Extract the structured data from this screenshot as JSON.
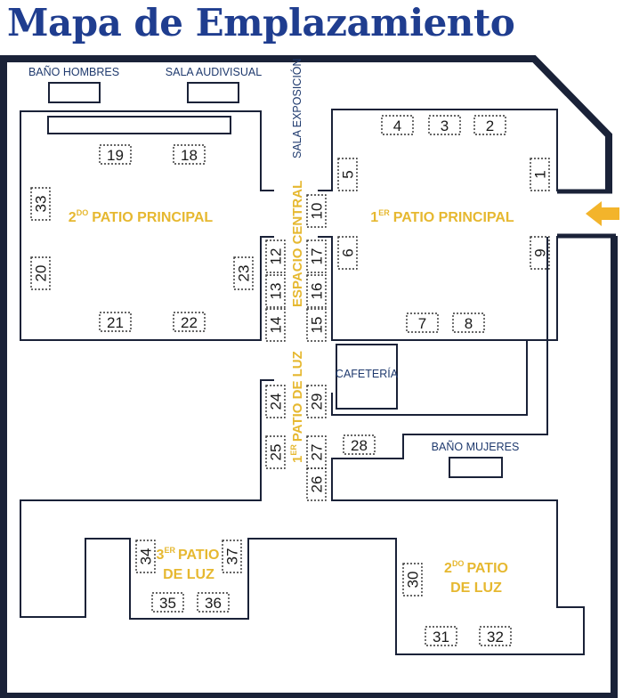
{
  "title": "Mapa de Emplazamiento",
  "colors": {
    "title": "#1f3d8f",
    "walls": "#1a2238",
    "accent_label": "#e6b830",
    "room_label": "#1f3a6e",
    "entrance_arrow": "#f3b42b"
  },
  "rooms": {
    "bano_hombres": "BAÑO HOMBRES",
    "sala_audiovisual": "SALA AUDIVISUAL",
    "sala_exposicion": "SALA EXPOSICIÓN",
    "cafeteria": "CAFETERÍA",
    "bano_mujeres": "BAÑO MUJERES"
  },
  "areas": {
    "patio2": {
      "ord": "2",
      "sup": "DO",
      "name": "PATIO PRINCIPAL"
    },
    "patio1": {
      "ord": "1",
      "sup": "ER",
      "name": "PATIO PRINCIPAL"
    },
    "espacio_central": "ESPACIO CENTRAL",
    "patio_luz1": {
      "ord": "1",
      "sup": "ER",
      "name": "PATIO DE LUZ"
    },
    "patio_luz3": {
      "ord": "3",
      "sup": "ER",
      "line1": "PATIO",
      "line2": "DE LUZ"
    },
    "patio_luz2": {
      "ord": "2",
      "sup": "DO",
      "line1": "PATIO",
      "line2": "DE LUZ"
    }
  },
  "stands": {
    "s1": "1",
    "s2": "2",
    "s3": "3",
    "s4": "4",
    "s5": "5",
    "s6": "6",
    "s7": "7",
    "s8": "8",
    "s9": "9",
    "s10": "10",
    "s12": "12",
    "s13": "13",
    "s14": "14",
    "s15": "15",
    "s16": "16",
    "s17": "17",
    "s18": "18",
    "s19": "19",
    "s20": "20",
    "s21": "21",
    "s22": "22",
    "s23": "23",
    "s24": "24",
    "s25": "25",
    "s26": "26",
    "s27": "27",
    "s28": "28",
    "s29": "29",
    "s30": "30",
    "s31": "31",
    "s32": "32",
    "s33": "33",
    "s34": "34",
    "s35": "35",
    "s36": "36",
    "s37": "37"
  },
  "entrance_icon": "arrow-left-icon"
}
